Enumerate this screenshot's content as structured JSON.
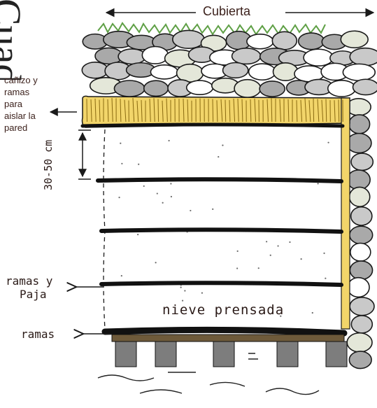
{
  "title_fragment": "Cuad",
  "labels": {
    "cover": "Cubierta",
    "insulation": [
      "cañizo y",
      "ramas",
      "para",
      "aislar la",
      "pared"
    ],
    "layer_height": "30-50 cm",
    "branches_straw": [
      "ramas y",
      "Paja"
    ],
    "pressed_snow": "nieve prensada",
    "branches_bottom": "ramas"
  },
  "colors": {
    "stone_fill": "#c9c9c9",
    "stone_dark": "#a9a9a9",
    "stone_light": "#e4e7d9",
    "reed_yellow": "#f2d56a",
    "grass_green": "#5fa046",
    "ink": "#1a1a1a",
    "label_brown": "#3a1f1a"
  }
}
